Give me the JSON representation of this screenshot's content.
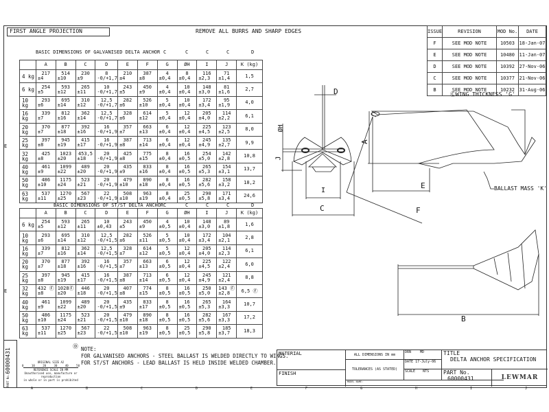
{
  "header": {
    "projection": "FIRST ANGLE PROJECTION",
    "instruction": "REMOVE ALL BURRS AND SHARP EDGES"
  },
  "revisions": {
    "headers": [
      "ISSUE",
      "REVISION",
      "MOD No.",
      "DATE"
    ],
    "rows": [
      [
        "F",
        "SEE MOD NOTE",
        "10503",
        "18-Jan-07"
      ],
      [
        "E",
        "SEE MOD NOTE",
        "10480",
        "11-Jan-07"
      ],
      [
        "D",
        "SEE MOD NOTE",
        "10392",
        "27-Nov-06"
      ],
      [
        "C",
        "SEE MOD NOTE",
        "10377",
        "21-Nov-06"
      ],
      [
        "B",
        "SEE MOD NOTE",
        "10232",
        "31-Aug-06"
      ]
    ]
  },
  "galv_table": {
    "title": "BASIC DIMENSIONS OF GALVANISED DELTA ANCHOR",
    "rev_marks": [
      "C",
      "C",
      "C",
      "C",
      "D"
    ],
    "row_mark": "E",
    "headers": [
      "",
      "A",
      "B",
      "C",
      "D",
      "E",
      "F",
      "G",
      "ØH",
      "I",
      "J",
      "K (kg)"
    ],
    "rows": [
      [
        "4 kg",
        [
          "217",
          "±4"
        ],
        [
          "514",
          "±10"
        ],
        [
          "230",
          "±9"
        ],
        [
          "8",
          "-0/+1,7"
        ],
        [
          "210",
          "±4"
        ],
        [
          "387",
          "±8"
        ],
        [
          "4",
          "±0,4"
        ],
        [
          "8",
          "±0,4"
        ],
        [
          "116",
          "±2,3"
        ],
        [
          "71",
          "±1,4"
        ],
        "1,5"
      ],
      [
        "6 kg",
        [
          "254",
          "±5"
        ],
        [
          "593",
          "±12"
        ],
        [
          "265",
          "±11"
        ],
        [
          "10",
          "-0/+1,7"
        ],
        [
          "243",
          "±5"
        ],
        [
          "450",
          "±9"
        ],
        [
          "4",
          "±0,4"
        ],
        [
          "10",
          "±0,4"
        ],
        [
          "148",
          "±3,0"
        ],
        [
          "81",
          "±1,6"
        ],
        "2,7"
      ],
      [
        "10 kg",
        [
          "293",
          "±6"
        ],
        [
          "695",
          "±14"
        ],
        [
          "310",
          "±12"
        ],
        [
          "12,5",
          "-0/+1,7"
        ],
        [
          "282",
          "±6"
        ],
        [
          "526",
          "±10"
        ],
        [
          "5",
          "±0,4"
        ],
        [
          "10",
          "±0,4"
        ],
        [
          "172",
          "±3,4"
        ],
        [
          "95",
          "±1,9"
        ],
        "4,0"
      ],
      [
        "16 kg",
        [
          "339",
          "±7"
        ],
        [
          "812",
          "±16"
        ],
        [
          "362",
          "±14"
        ],
        [
          "12,5",
          "-0/+1,7"
        ],
        [
          "328",
          "±6"
        ],
        [
          "614",
          "±12"
        ],
        [
          "5",
          "±0,4"
        ],
        [
          "12",
          "±0,4"
        ],
        [
          "205",
          "±4,0"
        ],
        [
          "114",
          "±2,2"
        ],
        "6,1"
      ],
      [
        "20 kg",
        [
          "370",
          "±7"
        ],
        [
          "877",
          "±18"
        ],
        [
          "392",
          "±16"
        ],
        [
          "16",
          "-0/+1,9"
        ],
        [
          "357",
          "±7"
        ],
        [
          "663",
          "±13"
        ],
        [
          "6",
          "±0,4"
        ],
        [
          "12",
          "±0,4"
        ],
        [
          "225",
          "±4,5"
        ],
        [
          "123",
          "±2,5"
        ],
        "8,0"
      ],
      [
        "25 kg",
        [
          "397",
          "±8"
        ],
        [
          "945",
          "±19"
        ],
        [
          "415",
          "±17"
        ],
        [
          "16",
          "-0/+1,9"
        ],
        [
          "387",
          "±8"
        ],
        [
          "713",
          "±14"
        ],
        [
          "6",
          "±0,4"
        ],
        [
          "12",
          "±0,4"
        ],
        [
          "245",
          "±4,9"
        ],
        [
          "135",
          "±2,7"
        ],
        "9,9"
      ],
      [
        "32 kg",
        [
          "425",
          "±8"
        ],
        [
          "1023",
          "±20"
        ],
        [
          "453,5",
          "±18"
        ],
        [
          "20",
          "-0/+1,9"
        ],
        [
          "425",
          "±8"
        ],
        [
          "775",
          "±15"
        ],
        [
          "8",
          "±0,4"
        ],
        [
          "16",
          "±0,5"
        ],
        [
          "254",
          "±5,0"
        ],
        [
          "142",
          "±2,8"
        ],
        "10,8"
      ],
      [
        "40 kg",
        [
          "461",
          "±9"
        ],
        [
          "1099",
          "±22"
        ],
        [
          "489",
          "±20"
        ],
        [
          "20",
          "-0/+1,9"
        ],
        [
          "435",
          "±9"
        ],
        [
          "833",
          "±16"
        ],
        [
          "8",
          "±0,4"
        ],
        [
          "16",
          "±0,5"
        ],
        [
          "265",
          "±5,3"
        ],
        [
          "154",
          "±3,1"
        ],
        "13,7"
      ],
      [
        "50 kg",
        [
          "486",
          "±10"
        ],
        [
          "1175",
          "±24"
        ],
        [
          "523",
          "±21"
        ],
        [
          "20",
          "-0/+1,9"
        ],
        [
          "479",
          "±10"
        ],
        [
          "890",
          "±18"
        ],
        [
          "8",
          "±0,4"
        ],
        [
          "16",
          "±0,5"
        ],
        [
          "282",
          "±5,6"
        ],
        [
          "158",
          "±3,2"
        ],
        "18,2"
      ],
      [
        "63 kg",
        [
          "537",
          "±11"
        ],
        [
          "1270",
          "±25"
        ],
        [
          "567",
          "±23"
        ],
        [
          "22",
          "-0/+1,9"
        ],
        [
          "508",
          "±10"
        ],
        [
          "963",
          "±19"
        ],
        [
          "8",
          "±0,4"
        ],
        [
          "25",
          "±0,5"
        ],
        [
          "290",
          "±5,8"
        ],
        [
          "171",
          "±3,4"
        ],
        "24,6"
      ]
    ]
  },
  "ss_table": {
    "title": "BASIC DIMENSIONS OF ST/ST DELTA ANCHOR",
    "rev_marks": [
      "C",
      "C",
      "C",
      "C",
      "D"
    ],
    "row_mark": "E",
    "headers": [
      "",
      "A",
      "B",
      "C",
      "D",
      "E",
      "F",
      "G",
      "ØH",
      "I",
      "J",
      "K (kg)"
    ],
    "rows": [
      [
        "6 kg",
        [
          "254",
          "±5"
        ],
        [
          "593",
          "±12"
        ],
        [
          "265",
          "±11"
        ],
        [
          "10",
          "±0,43"
        ],
        [
          "243",
          "±5"
        ],
        [
          "450",
          "±9"
        ],
        [
          "4",
          "±0,5"
        ],
        [
          "10",
          "±0,4"
        ],
        [
          "148",
          "±3,0"
        ],
        [
          "89",
          "±1,8"
        ],
        "1,6"
      ],
      [
        "10 kg",
        [
          "293",
          "±6"
        ],
        [
          "695",
          "±14"
        ],
        [
          "310",
          "±12"
        ],
        [
          "12,5",
          "-0/+1,5"
        ],
        [
          "282",
          "±6"
        ],
        [
          "526",
          "±11"
        ],
        [
          "5",
          "±0,5"
        ],
        [
          "10",
          "±0,4"
        ],
        [
          "172",
          "±3,4"
        ],
        [
          "104",
          "±2,1"
        ],
        "2,8"
      ],
      [
        "16 kg",
        [
          "339",
          "±7"
        ],
        [
          "812",
          "±16"
        ],
        [
          "362",
          "±14"
        ],
        [
          "12,5",
          "-0/+1,5"
        ],
        [
          "328",
          "±7"
        ],
        [
          "614",
          "±12"
        ],
        [
          "5",
          "±0,5"
        ],
        [
          "12",
          "±0,4"
        ],
        [
          "205",
          "±4,0"
        ],
        [
          "114",
          "±2,3"
        ],
        "6,1"
      ],
      [
        "20 kg",
        [
          "370",
          "±7"
        ],
        [
          "877",
          "±18"
        ],
        [
          "392",
          "±16"
        ],
        [
          "16",
          "-0/+1,5"
        ],
        [
          "357",
          "±7"
        ],
        [
          "663",
          "±13"
        ],
        [
          "6",
          "±0,5"
        ],
        [
          "12",
          "±0,4"
        ],
        [
          "225",
          "±4,5"
        ],
        [
          "122",
          "±2,4"
        ],
        "6,0"
      ],
      [
        "25 kg",
        [
          "397",
          "±8"
        ],
        [
          "945",
          "±19"
        ],
        [
          "415",
          "±17"
        ],
        [
          "16",
          "-0/+1,5"
        ],
        [
          "387",
          "±8"
        ],
        [
          "713",
          "±14"
        ],
        [
          "6",
          "±0,5"
        ],
        [
          "12",
          "±0,4"
        ],
        [
          "245",
          "±4,9"
        ],
        [
          "121",
          "±2,4"
        ],
        "8,8"
      ],
      [
        "32 kg",
        [
          "432 Ⓕ",
          "±8"
        ],
        [
          "1028Ⓕ",
          "±20"
        ],
        [
          "446",
          "±18"
        ],
        [
          "20",
          "-0/+1,5"
        ],
        [
          "407",
          "±8"
        ],
        [
          "774",
          "±15"
        ],
        [
          "8",
          "±0,5"
        ],
        [
          "16",
          "±0,5"
        ],
        [
          "250",
          "±5,0"
        ],
        [
          "143 Ⓕ",
          "±2,8"
        ],
        "6,5 Ⓕ"
      ],
      [
        "40 kg",
        [
          "461",
          "±9"
        ],
        [
          "1099",
          "±22"
        ],
        [
          "489",
          "±20"
        ],
        [
          "20",
          "-0/+1,5"
        ],
        [
          "435",
          "±9"
        ],
        [
          "833",
          "±17"
        ],
        [
          "8",
          "±0,5"
        ],
        [
          "16",
          "±0,5"
        ],
        [
          "265",
          "±5,3"
        ],
        [
          "164",
          "±3,3"
        ],
        "10,7"
      ],
      [
        "50 kg",
        [
          "486",
          "±10"
        ],
        [
          "1175",
          "±24"
        ],
        [
          "523",
          "±21"
        ],
        [
          "20",
          "-0/+1,5"
        ],
        [
          "479",
          "±10"
        ],
        [
          "890",
          "±18"
        ],
        [
          "8",
          "±0,5"
        ],
        [
          "16",
          "±0,5"
        ],
        [
          "282",
          "±5,6"
        ],
        [
          "167",
          "±3,3"
        ],
        "17,2"
      ],
      [
        "63 kg",
        [
          "537",
          "±11"
        ],
        [
          "1270",
          "±25"
        ],
        [
          "567",
          "±23"
        ],
        [
          "22",
          "-0/+1,5"
        ],
        [
          "508",
          "±10"
        ],
        [
          "963",
          "±19"
        ],
        [
          "8",
          "±0,5"
        ],
        [
          "25",
          "±0,5"
        ],
        [
          "290",
          "±5,8"
        ],
        [
          "185",
          "±3,7"
        ],
        "18,3"
      ]
    ]
  },
  "drawing": {
    "labels": {
      "D": "D",
      "H": "ØH",
      "J": "J",
      "I": "I",
      "C": "C",
      "A": "A",
      "E": "E",
      "F": "F",
      "B": "B"
    },
    "wing_thickness": "WING THICKNESS 'G'",
    "ballast": "BALLAST MASS 'K'",
    "mark_c": "C",
    "mark_d": "D"
  },
  "note": {
    "mark": "D",
    "title": "NOTE:",
    "lines": [
      "FOR GALVANISED ANCHORS - STEEL BALLAST IS WELDED DIRECTLY TO WINGS.",
      "FOR ST/ST ANCHORS - LEAD BALLAST IS HELD INSIDE WELDED CHAMBER."
    ]
  },
  "scale_ref": {
    "original": "ORIGINAL SIZE A2",
    "ticks": [
      "0",
      "10",
      "20",
      "30",
      "40",
      "50"
    ],
    "label": "REFERENCE SCALE IN MM",
    "warning": [
      "Unauthorised use, manufacture or reproduction",
      "in whole or in part is prohibited"
    ]
  },
  "side_strip": {
    "part_label": "PART No.",
    "part_no": "60000431"
  },
  "zones": [
    "A",
    "B",
    "C",
    "D",
    "E",
    "F",
    "G",
    "H",
    "I",
    "J"
  ],
  "title_block": {
    "material": "MATERIAL",
    "finish": "FINISH",
    "all_dims": "ALL DIMENSIONS IN mm",
    "tolerances": "TOLERANCES (AS STATED)",
    "model_name": "MODEL NAME:",
    "drn_label": "DRN",
    "drn": "MD",
    "date_label": "DATE",
    "date": "17-July-06",
    "scale_label": "SCALE",
    "scale": "NTS",
    "title_label": "TITLE",
    "title": "DELTA ANCHOR SPECIFICATION",
    "part_label": "PART No.",
    "part_no": "60000431",
    "company": "LEWMAR"
  }
}
